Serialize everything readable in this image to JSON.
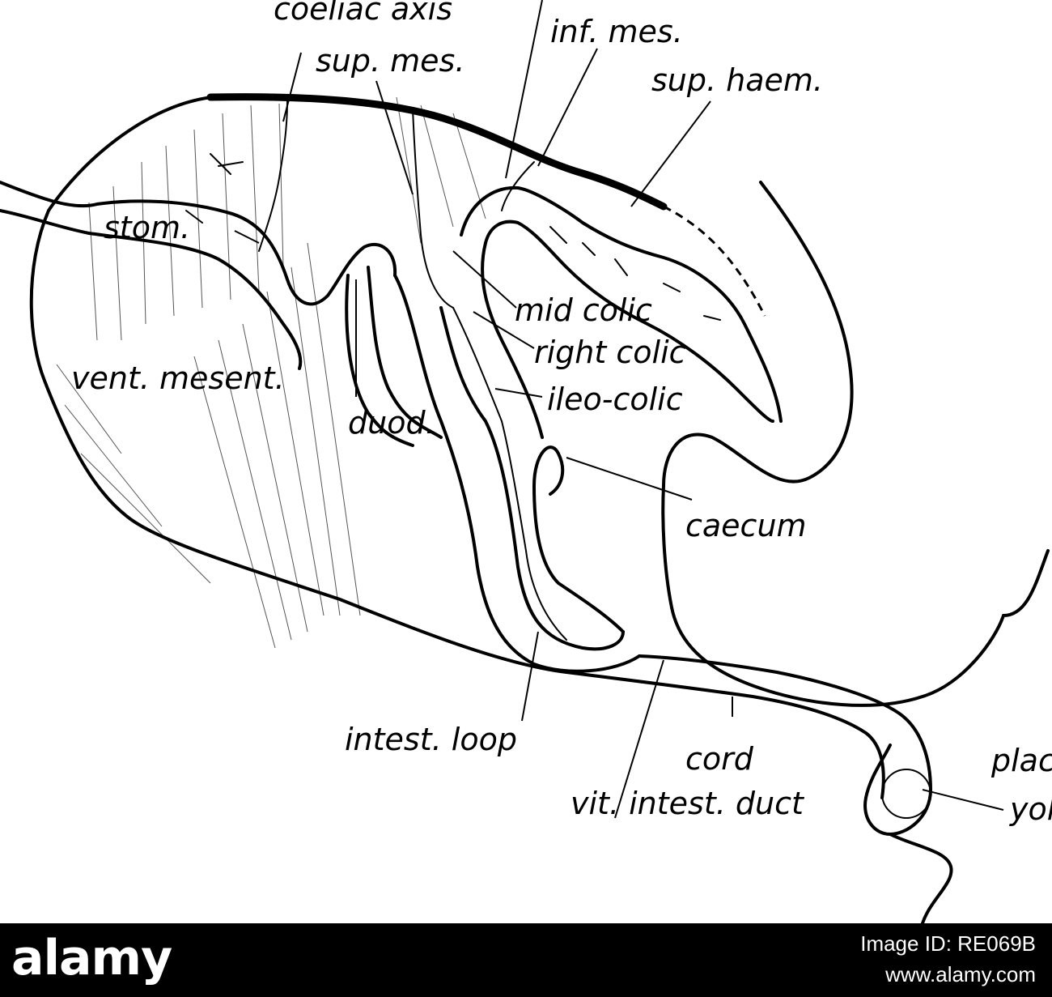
{
  "labels": {
    "coeliac_axis": "coeliac axis",
    "sup_mes": "sup. mes.",
    "inf_mes": "inf. mes.",
    "sup_haem": "sup. haem.",
    "stom": "stom.",
    "mid_colic": "mid colic",
    "right_colic": "right colic",
    "ileo_colic": "ileo-colic",
    "vent_mesent": "vent. mesent.",
    "duod": "duod.",
    "caecum": "caecum",
    "intest_loop": "intest. loop",
    "cord": "cord",
    "vit_intest_duct": "vit. intest. duct",
    "plac": "plac",
    "yol": "yol"
  },
  "watermark": {
    "logo": "alamy",
    "image_id": "Image ID: RE069B",
    "url": "www.alamy.com"
  }
}
